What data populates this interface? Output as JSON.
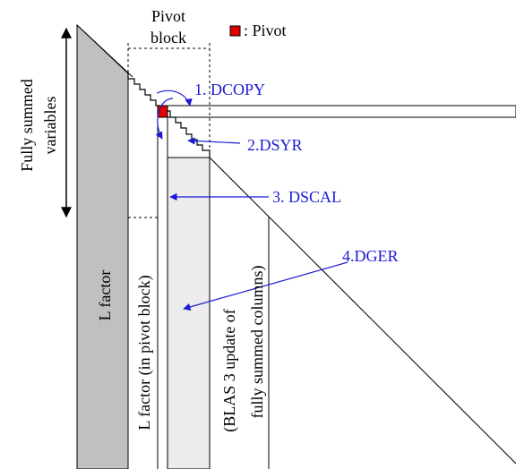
{
  "header": {
    "pivot_block_line1": "Pivot",
    "pivot_block_line2": "block",
    "legend_label": ": Pivot"
  },
  "side": {
    "fully_summed_line1": "Fully summed",
    "fully_summed_line2": "variables"
  },
  "operations": {
    "op1": "1. DCOPY",
    "op2": "2.DSYR",
    "op3": "3. DSCAL",
    "op4": "4.DGER"
  },
  "columns": {
    "l_factor": "L factor",
    "l_factor_pivot": "L factor (in pivot block)",
    "blas3_line1": "(BLAS 3 update of",
    "blas3_line2": "fully summed columns)"
  },
  "colors": {
    "pivot": "#e00000",
    "arrow": "#1a1ad6",
    "l_factor_fill": "#c0c0c0",
    "update_fill": "#ececec"
  }
}
